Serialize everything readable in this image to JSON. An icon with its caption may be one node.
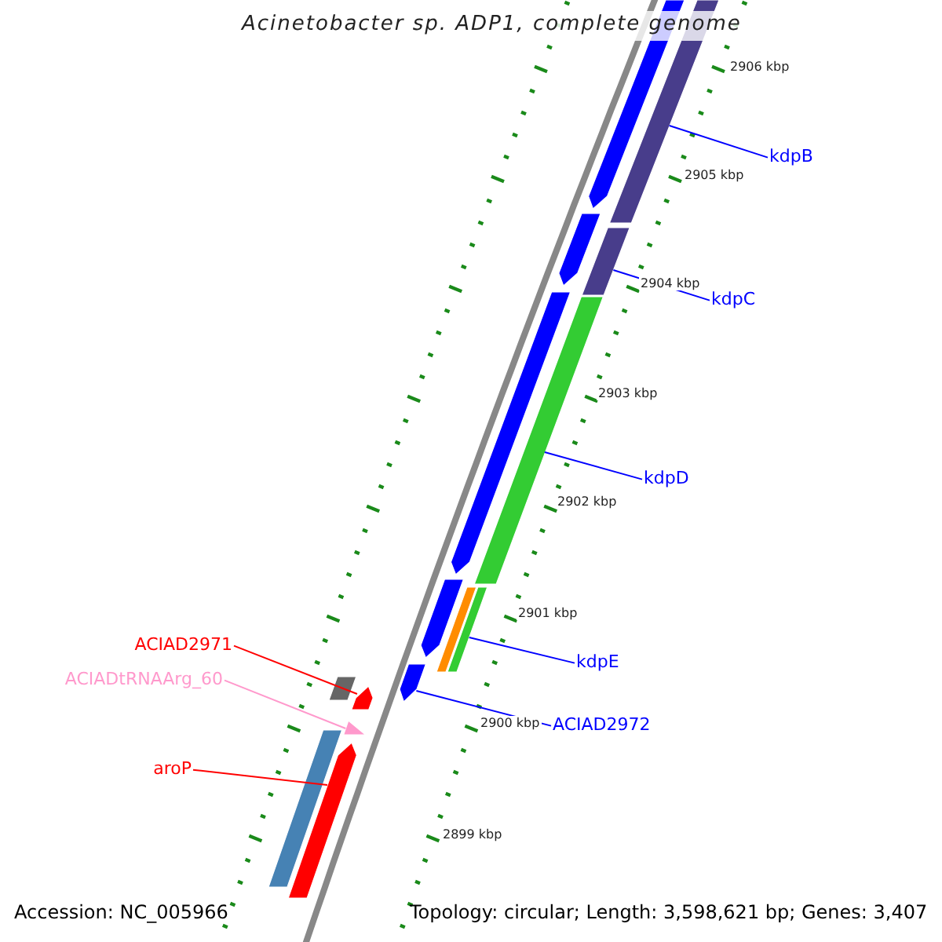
{
  "diagram": {
    "title": "Acinetobacter sp. ADP1, complete genome",
    "nodes": [
      {
        "text": [
          "kdpB"
        ]
      },
      {
        "text": [
          "kdpC"
        ]
      },
      {
        "text": [
          "kdpD"
        ]
      },
      {
        "text": [
          "kdpE"
        ]
      },
      {
        "text": [
          "ACIAD2972"
        ]
      },
      {
        "text": [
          "ACIAD2971"
        ]
      },
      {
        "text": [
          "ACIADtRNAArg_60"
        ]
      },
      {
        "text": [
          "aroP"
        ]
      },
      {
        "text": [],
        "shape": "bar"
      },
      {
        "text": [],
        "shape": "bar"
      },
      {
        "text": [],
        "shape": "bar"
      },
      {
        "text": [],
        "shape": "bar"
      },
      {
        "text": [],
        "shape": "arrow"
      },
      {
        "text": [],
        "shape": "arrow"
      },
      {
        "text": [],
        "shape": "triangle"
      },
      {
        "text": [],
        "shape": "arrow"
      }
    ],
    "edges": [
      {
        "from": 0,
        "to": 8,
        "arrow": "none"
      },
      {
        "from": 1,
        "to": 9,
        "arrow": "none"
      },
      {
        "from": 2,
        "to": 10,
        "arrow": "none"
      },
      {
        "from": 3,
        "to": 11,
        "arrow": "none"
      },
      {
        "from": 4,
        "to": 12,
        "arrow": "none"
      },
      {
        "from": 5,
        "to": 13,
        "arrow": "none",
        "color": "#ff0000"
      },
      {
        "from": 6,
        "to": 14,
        "arrow": "none",
        "color": "#ff99cc"
      },
      {
        "from": 7,
        "to": 15,
        "arrow": "none",
        "color": "#ff0000"
      }
    ],
    "labels": [
      "2906 kbp",
      "2905 kbp",
      "2904 kbp",
      "2903 kbp",
      "2902 kbp",
      "2901 kbp",
      "2900 kbp",
      "2899 kbp",
      "Accession: NC_005966",
      "Topology: circular; Length: 3,598,621 bp; Genes: 3,407"
    ]
  }
}
